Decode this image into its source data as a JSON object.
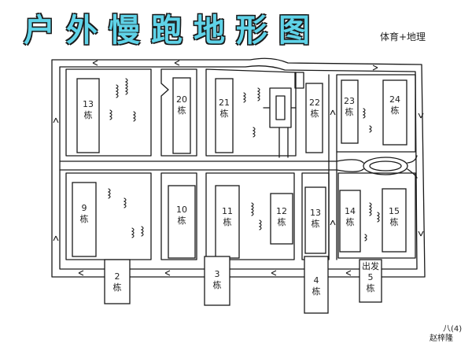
{
  "title": "户外慢跑地形图",
  "subtitle": "体育+地理",
  "buildings": {
    "b13_top": "13",
    "b13_top_unit": "栋",
    "b20": "20",
    "b20_unit": "栋",
    "b21": "21",
    "b21_unit": "栋",
    "b22": "22",
    "b22_unit": "栋",
    "b23": "23",
    "b23_unit": "栋",
    "b24": "24",
    "b24_unit": "栋",
    "b9": "9",
    "b9_unit": "栋",
    "b10": "10",
    "b10_unit": "栋",
    "b11": "11",
    "b11_unit": "栋",
    "b12": "12",
    "b12_unit": "栋",
    "b13_bottom": "13",
    "b13_bottom_unit": "栋",
    "b14": "14",
    "b14_unit": "栋",
    "b15": "15",
    "b15_unit": "栋",
    "b2": "2",
    "b2_unit": "栋",
    "b3": "3",
    "b3_unit": "栋",
    "b4": "4",
    "b4_unit": "栋",
    "b5_start": "出发",
    "b5": "5",
    "b5_unit": "栋"
  },
  "signature": {
    "class": "八(4)",
    "name": "赵梓隆"
  }
}
